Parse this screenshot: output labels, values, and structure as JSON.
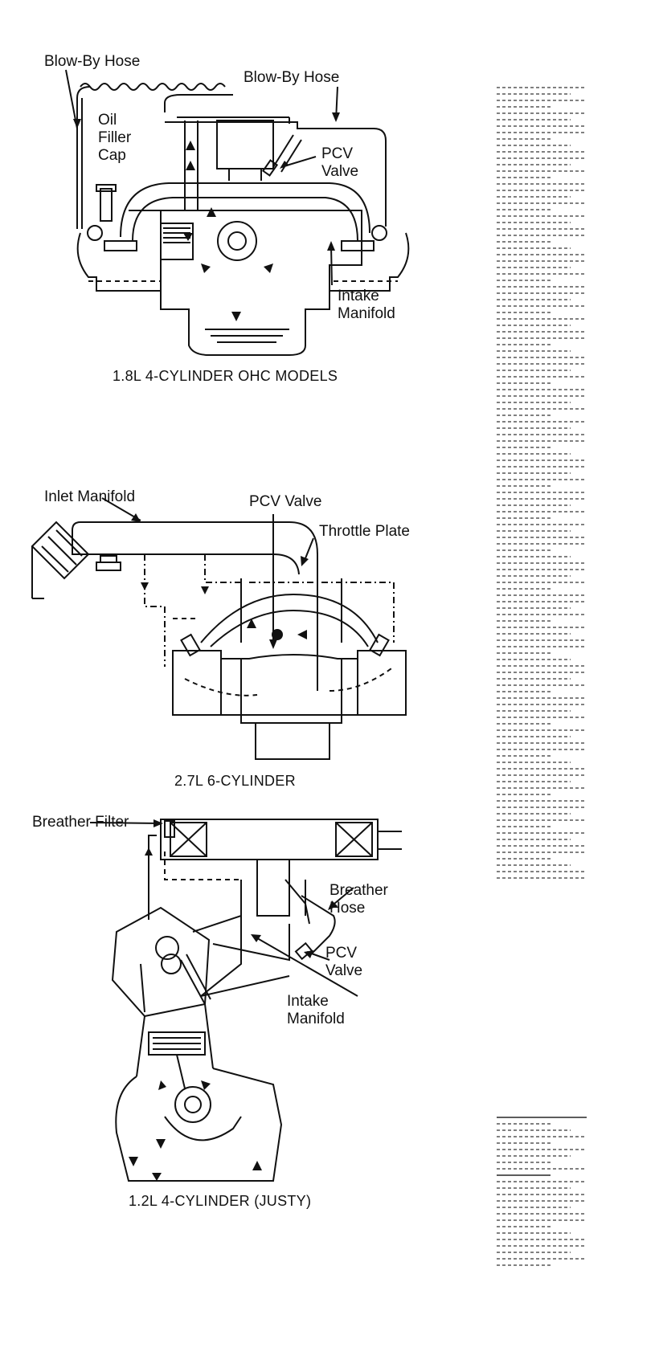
{
  "diagram_1": {
    "caption": "1.8L 4-CYLINDER OHC MODELS",
    "labels": {
      "blow_by_hose_left": "Blow-By Hose",
      "blow_by_hose_right": "Blow-By Hose",
      "oil_filler_cap": "Oil\nFiller\nCap",
      "pcv_valve": "PCV\nValve",
      "intake_manifold": "Intake\nManifold"
    }
  },
  "diagram_2": {
    "caption": "2.7L 6-CYLINDER",
    "labels": {
      "inlet_manifold": "Inlet Manifold",
      "pcv_valve": "PCV Valve",
      "throttle_plate": "Throttle Plate"
    }
  },
  "diagram_3": {
    "caption": "1.2L 4-CYLINDER (JUSTY)",
    "labels": {
      "breather_filter": "Breather Filter",
      "breather_hose": "Breather\nHose",
      "pcv_valve": "PCV\nValve",
      "intake_manifold": "Intake\nManifold"
    }
  }
}
